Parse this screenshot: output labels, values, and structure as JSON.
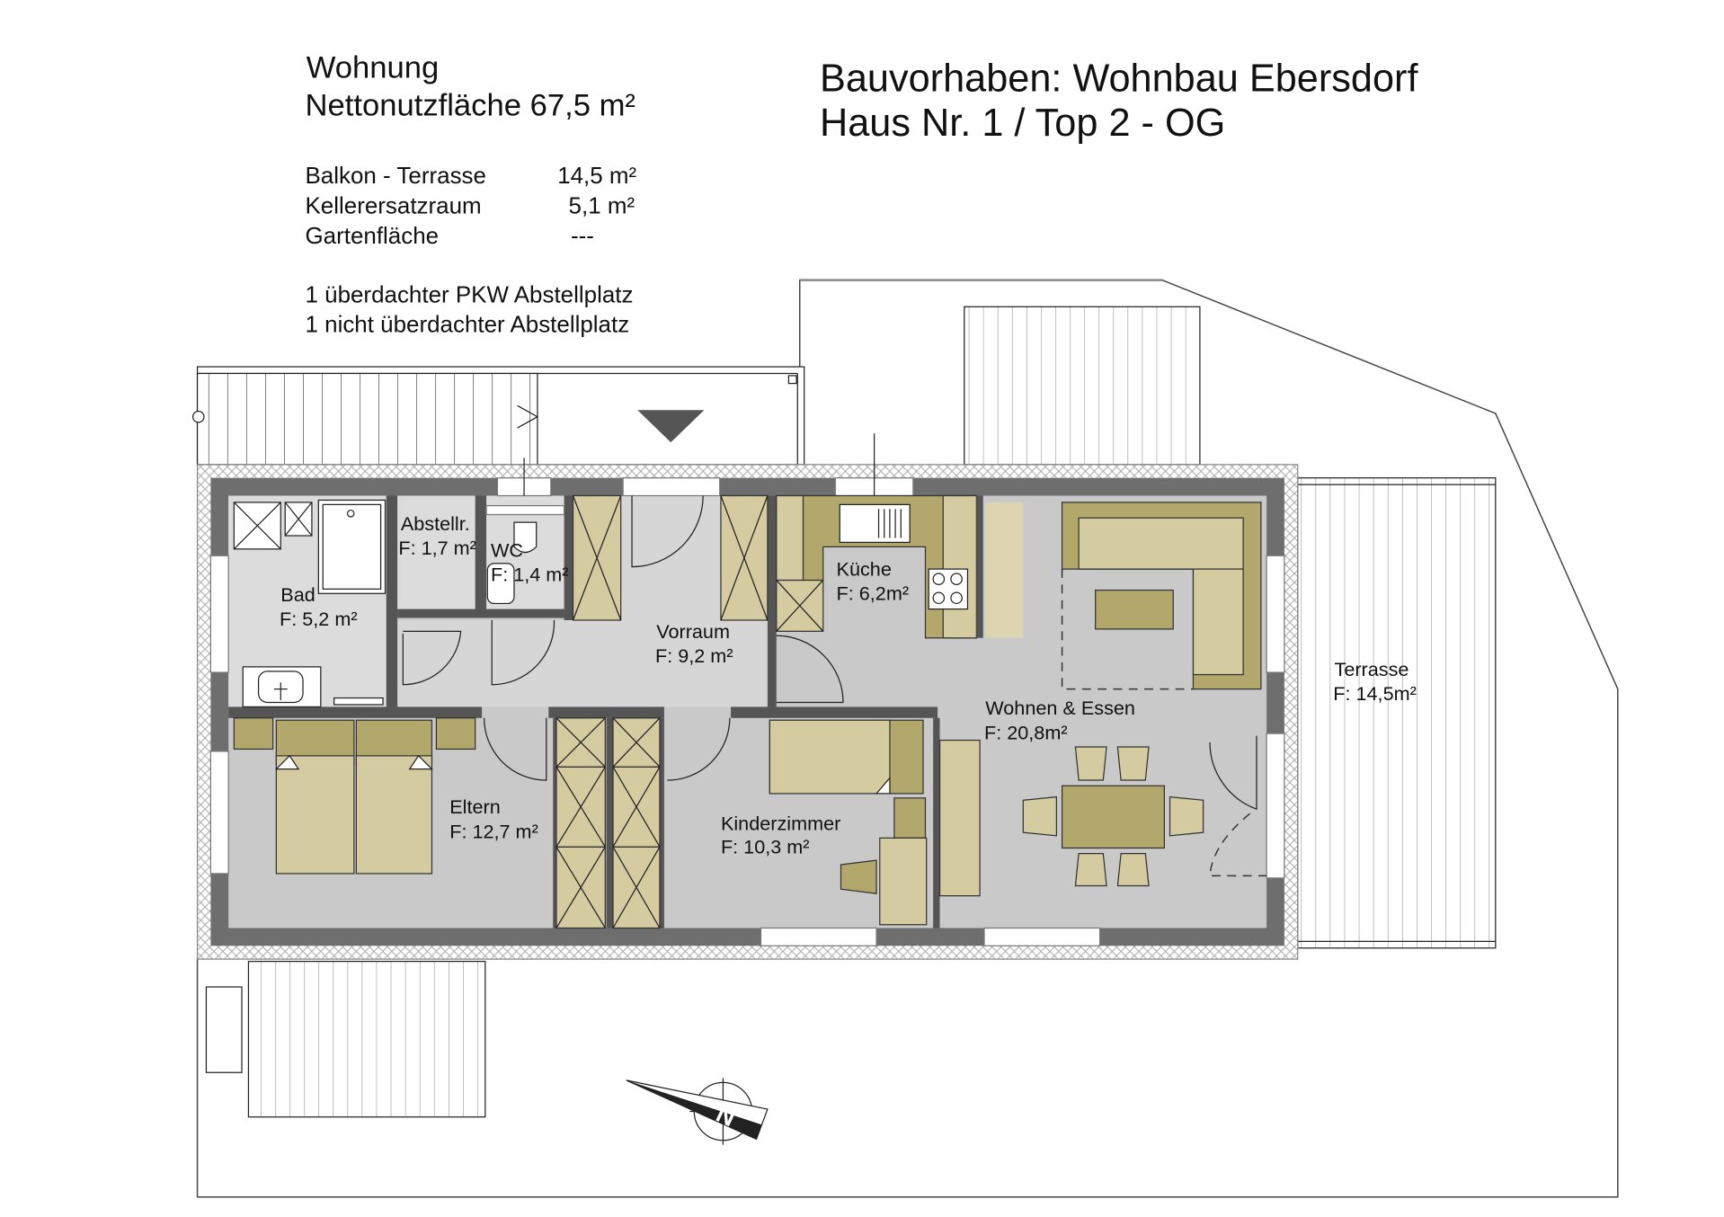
{
  "header": {
    "unit_title": "Wohnung",
    "net_area": "Nettonutzfläche 67,5 m²",
    "project_line1": "Bauvorhaben: Wohnbau Ebersdorf",
    "project_line2": "Haus Nr. 1 / Top 2 - OG"
  },
  "areas": [
    {
      "label": "Balkon - Terrasse",
      "value": "14,5 m²"
    },
    {
      "label": "Kellerersatzraum",
      "value": "5,1 m²"
    },
    {
      "label": "Gartenfläche",
      "value": "---"
    }
  ],
  "parking": [
    "1 überdachter PKW Abstellplatz",
    "1 nicht überdachter Abstellplatz"
  ],
  "rooms": {
    "bad": {
      "name": "Bad",
      "area": "F: 5,2 m²"
    },
    "abstellr": {
      "name": "Abstellr.",
      "area": "F: 1,7 m²"
    },
    "wc": {
      "name": "WC",
      "area": "F: 1,4 m²"
    },
    "vorraum": {
      "name": "Vorraum",
      "area": "F: 9,2 m²"
    },
    "kueche": {
      "name": "Küche",
      "area": "F: 6,2m²"
    },
    "wohnen": {
      "name": "Wohnen & Essen",
      "area": "F: 20,8m²"
    },
    "eltern": {
      "name": "Eltern",
      "area": "F: 12,7 m²"
    },
    "kinder": {
      "name": "Kinderzimmer",
      "area": "F: 10,3 m²"
    },
    "terrasse": {
      "name": "Terrasse",
      "area": "F: 14,5m²"
    }
  },
  "north_arrow": {
    "label": "N"
  }
}
